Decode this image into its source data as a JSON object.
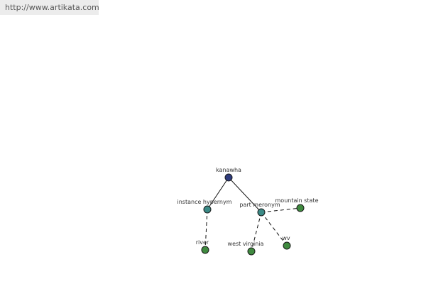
{
  "header": {
    "url": "http://www.artikata.com"
  },
  "graph": {
    "nodes": [
      {
        "id": "kanawha",
        "label": "kanawha",
        "role": "root",
        "color": "#2f3b7c"
      },
      {
        "id": "instance-hypernym",
        "label": "instance hypernym",
        "role": "relation",
        "color": "#3b8a86"
      },
      {
        "id": "part-meronym",
        "label": "part meronym",
        "role": "relation",
        "color": "#3b8a86"
      },
      {
        "id": "river",
        "label": "river",
        "role": "leaf",
        "color": "#3f8a3f"
      },
      {
        "id": "west-virginia",
        "label": "west virginia",
        "role": "leaf",
        "color": "#3f8a3f"
      },
      {
        "id": "wv",
        "label": "wv",
        "role": "leaf",
        "color": "#3f8a3f"
      },
      {
        "id": "mountain-state",
        "label": "mountain state",
        "role": "leaf",
        "color": "#3f8a3f"
      }
    ],
    "edges": [
      {
        "from": "kanawha",
        "to": "instance-hypernym",
        "style": "solid"
      },
      {
        "from": "kanawha",
        "to": "part-meronym",
        "style": "solid"
      },
      {
        "from": "instance-hypernym",
        "to": "river",
        "style": "dashed"
      },
      {
        "from": "part-meronym",
        "to": "west-virginia",
        "style": "dashed"
      },
      {
        "from": "part-meronym",
        "to": "wv",
        "style": "dashed"
      },
      {
        "from": "part-meronym",
        "to": "mountain-state",
        "style": "dashed"
      }
    ]
  }
}
